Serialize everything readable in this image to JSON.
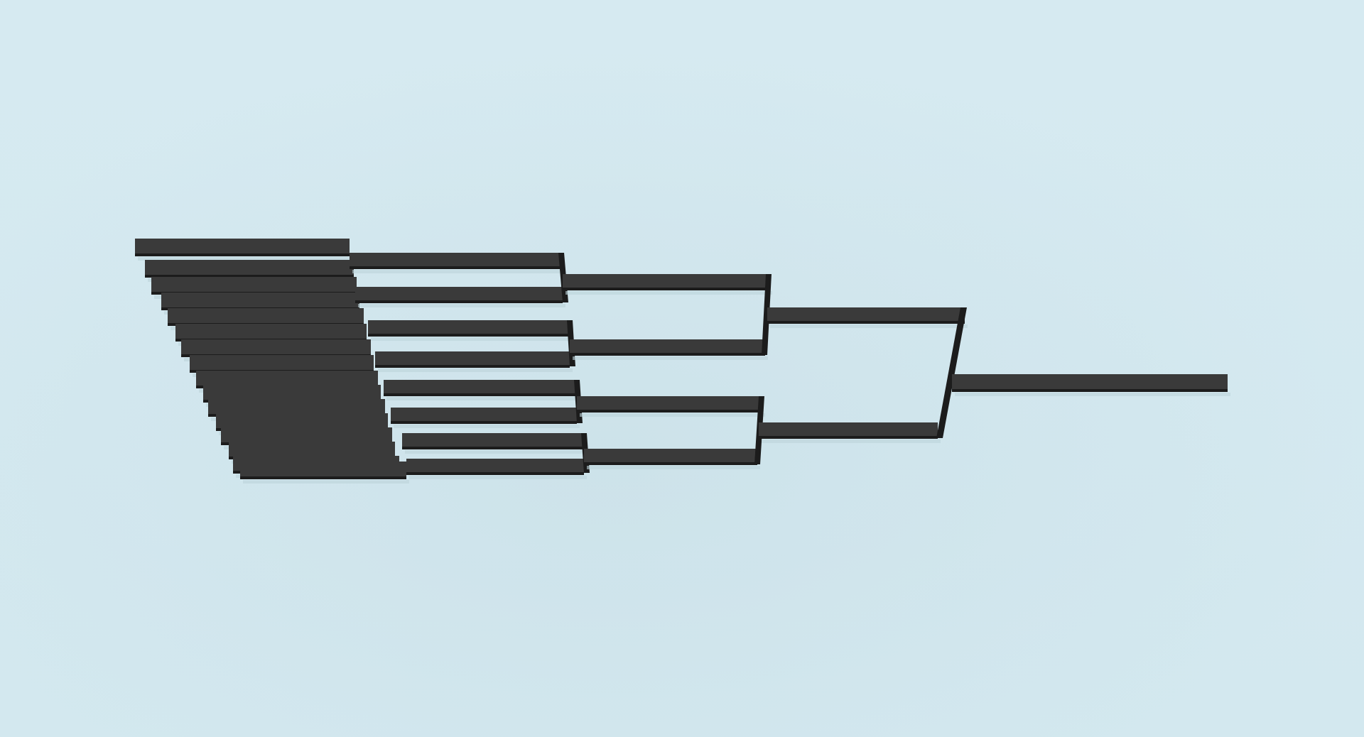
{
  "scene": {
    "subject": "bracket",
    "rounds": 5,
    "first_round_entries": 16,
    "colors": {
      "background_top": "#d6eaf1",
      "background_bottom": "#d3e8ef",
      "bar_top": "#3a3a3a",
      "bar_side": "#1c1c1c",
      "bar_shadow": "#bcd3db"
    }
  }
}
